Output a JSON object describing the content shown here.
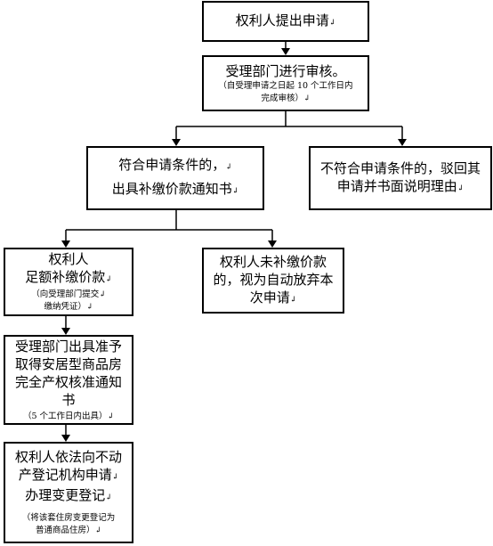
{
  "mark": "↲",
  "steps": {
    "apply": {
      "line1": "权利人提出申请"
    },
    "review": {
      "line1": "受理部门进行审核。",
      "note1": "（自受理申请之日起 10 个工作日内",
      "note2": "完成审核）"
    },
    "eligible": {
      "line1": "符合申请条件的，",
      "line2": "出具补缴价款通知书"
    },
    "ineligible": {
      "line1": "不符合申请条件的，驳回其",
      "line2": "申请并书面说明理由"
    },
    "paid": {
      "line1": "权利人",
      "line2": "足额补缴价款",
      "note1": "（向受理部门提交",
      "note2": "缴纳凭证）"
    },
    "unpaid": {
      "line1": "权利人未补缴价款",
      "line2": "的，视为自动放弃本",
      "line3": "次申请"
    },
    "approve": {
      "line1": "受理部门出具准予",
      "line2": "取得安居型商品房",
      "line3": "完全产权核准通知",
      "line4": "书",
      "note1": "（5 个工作日内出具）"
    },
    "register": {
      "line1": "权利人依法向不动",
      "line2": "产登记机构申请",
      "line3": "办理变更登记",
      "note1": "（将该套住房变更登记为",
      "note2": "普通商品住房）"
    }
  }
}
